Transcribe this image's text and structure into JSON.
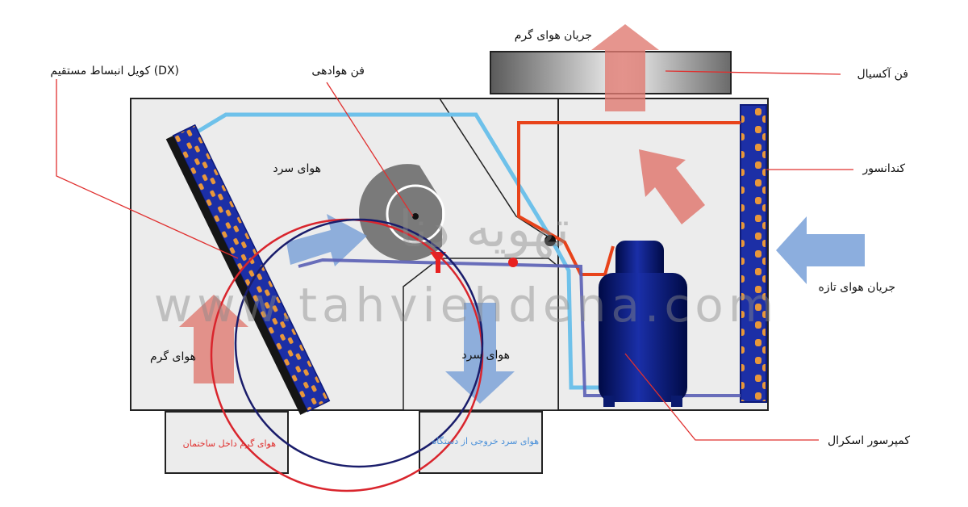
{
  "labels": {
    "dx_coil": "کویل انبساط مستقیم (DX)",
    "blower_fan": "فن هوادهی",
    "warm_airflow": "جریان هوای گرم",
    "axial_fan": "فن آکسیال",
    "condenser": "کندانسور",
    "fresh_airflow": "جریان هوای تازه",
    "scroll_compressor": "کمپرسور اسکرال",
    "cold_air_upper": "هوای سرد",
    "cold_air_lower": "هوای سرد",
    "warm_air": "هوای گرم",
    "warm_air_inside_building": "هوای گرم داخل ساختمان",
    "cold_air_out_of_unit": "هوای سرد خروجی از دستگاه"
  },
  "watermark": {
    "brand": "تهویه دنا",
    "url": "www.tahviehdena.com"
  },
  "colors": {
    "pointer_line": "#e0302f",
    "refrigerant_cold": "#6ec1ea",
    "refrigerant_hot": "#e8431a",
    "refrigerant_return": "#5a5fb5",
    "warm_arrow": "#e07a72",
    "cold_arrow": "#6f9ad6",
    "compressor": "#0a1a6e",
    "coil_blue": "#1c2fa6",
    "coil_orange": "#e8973a",
    "circle_red": "#d9252d",
    "circle_navy": "#1a1d6b",
    "caption_red": "#e0302f",
    "caption_blue": "#4a90d9"
  }
}
